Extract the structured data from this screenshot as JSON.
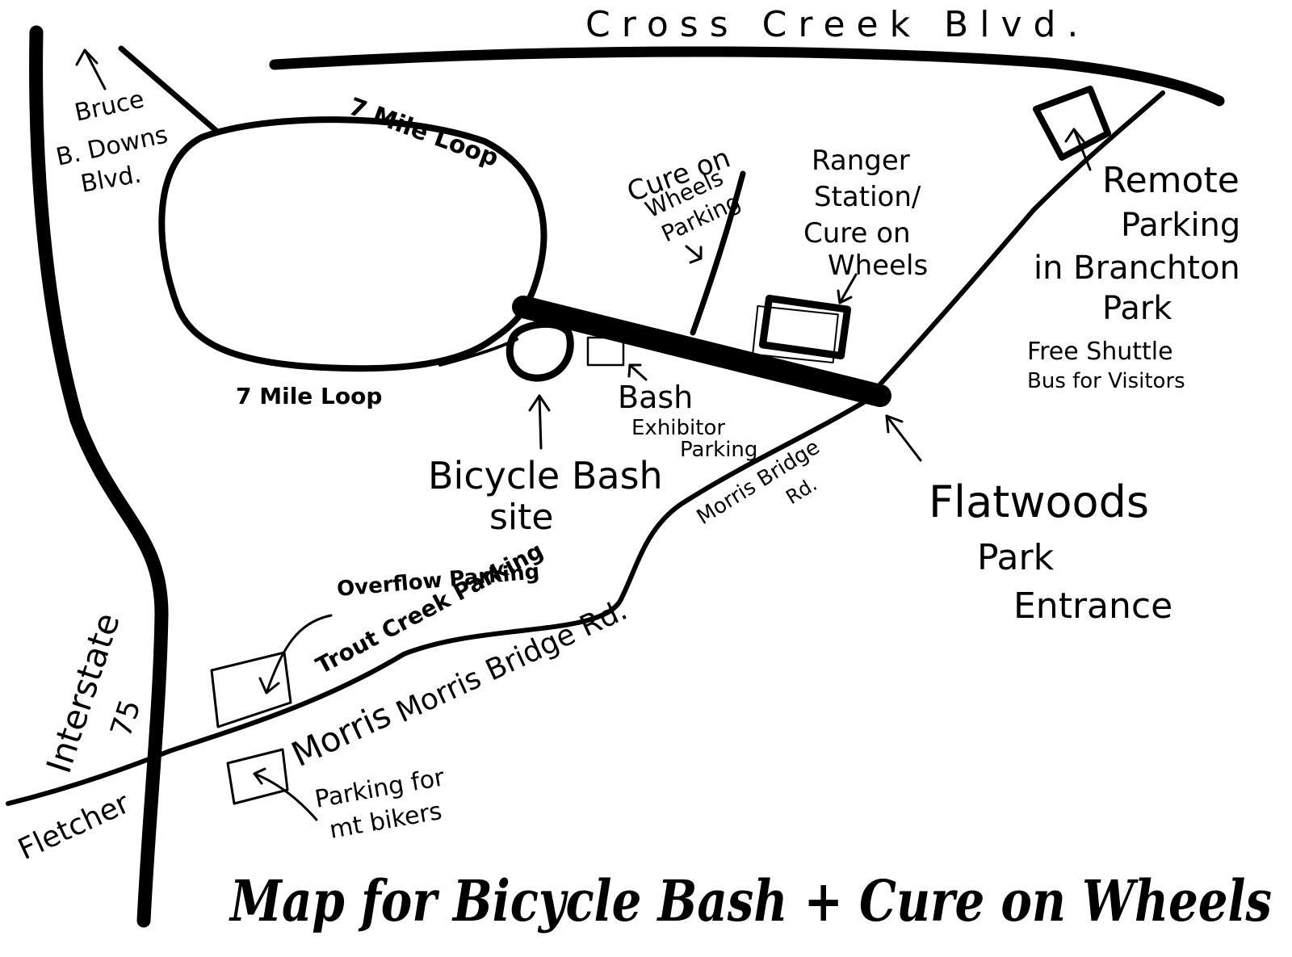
{
  "map": {
    "title": "Map for Bicycle Bash + Cure on Wheels",
    "roads": {
      "cross_creek": "Cross Creek Blvd.",
      "bruce_downs_1": "Bruce",
      "bruce_downs_2": "B. Downs",
      "bruce_downs_3": "Blvd.",
      "interstate_1": "Interstate",
      "interstate_2": "75",
      "fletcher": "Fletcher",
      "morris_bridge_lower": "Morris Bridge Rd.",
      "morris_bridge_mid": "Morris",
      "morris_bridge_upper_1": "Morris Bridge",
      "morris_bridge_upper_2": "Rd."
    },
    "loops": {
      "top": "7 Mile Loop",
      "bottom": "7 Mile Loop"
    },
    "places": {
      "cow_parking_1": "Cure on",
      "cow_parking_2": "Wheels",
      "cow_parking_3": "Parking",
      "ranger_1": "Ranger",
      "ranger_2": "Station/",
      "ranger_3": "Cure on",
      "ranger_4": "Wheels",
      "remote_1": "Remote",
      "remote_2": "Parking",
      "remote_3": "in Branchton",
      "remote_4": "Park",
      "shuttle_1": "Free Shuttle",
      "shuttle_2": "Bus for Visitors",
      "bash_exhibitor_1": "Bash",
      "bash_exhibitor_2": "Exhibitor",
      "bash_exhibitor_3": "Parking",
      "bash_site_1": "Bicycle Bash",
      "bash_site_2": "site",
      "entrance_1": "Flatwoods",
      "entrance_2": "Park",
      "entrance_3": "Entrance",
      "overflow": "Overflow Parking",
      "trout_creek": "Trout Creek Parking",
      "bikers_1": "Parking for",
      "bikers_2": "mt bikers"
    }
  }
}
